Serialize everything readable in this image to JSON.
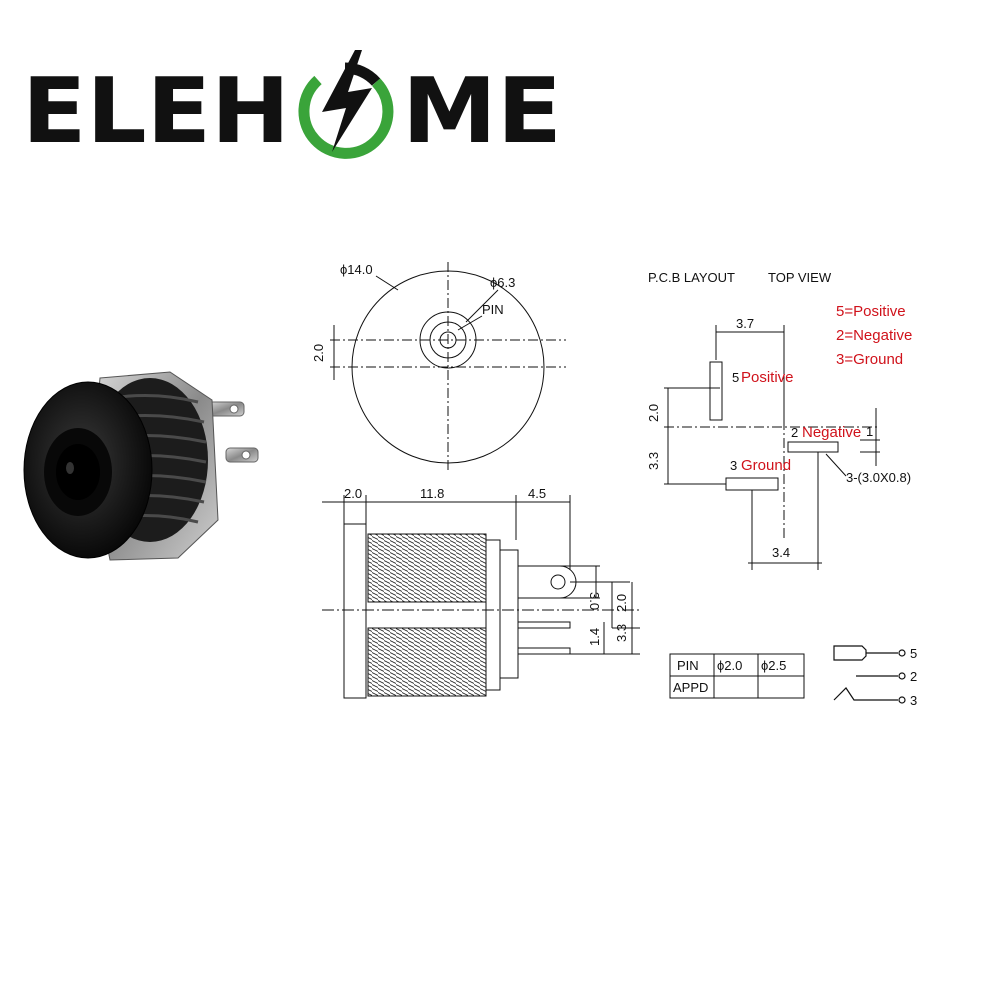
{
  "logo": {
    "left_text": "ELEH",
    "right_text": "ME",
    "bolt_color": "#111111",
    "ring_color": "#3aa43a"
  },
  "front_view": {
    "outer_diameter": "ϕ14.0",
    "inner_diameter": "ϕ6.3",
    "pin_label": "PIN",
    "center_offset": "2.0"
  },
  "side_view": {
    "flange": "2.0",
    "body_length": "11.8",
    "tab_length": "4.5",
    "tab_height": "3.0",
    "pin_spacing_a": "2.0",
    "pin_spacing_b": "3.3",
    "pin_width": "1.4"
  },
  "pcb_layout": {
    "title": "P.C.B LAYOUT",
    "subtitle": "TOP VIEW",
    "dim_top": "3.7",
    "dim_left_a": "2.0",
    "dim_left_b": "3.3",
    "dim_bottom": "3.4",
    "dim_right": "1",
    "pad_spec": "3-(3.0X0.8)",
    "pad5_num": "5",
    "pad5_name": "Positive",
    "pad2_num": "2",
    "pad2_name": "Negative",
    "pad3_num": "3",
    "pad3_name": "Ground"
  },
  "legend": {
    "positive": "5=Positive",
    "negative": "2=Negative",
    "ground": "3=Ground"
  },
  "pin_table": {
    "headers": [
      "PIN",
      "ϕ2.0",
      "ϕ2.5"
    ],
    "row_label": "APPD"
  },
  "schematic": {
    "pin5": "5",
    "pin2": "2",
    "pin3": "3"
  },
  "colors": {
    "annotation_red": "#d0121b",
    "line": "#111111"
  }
}
